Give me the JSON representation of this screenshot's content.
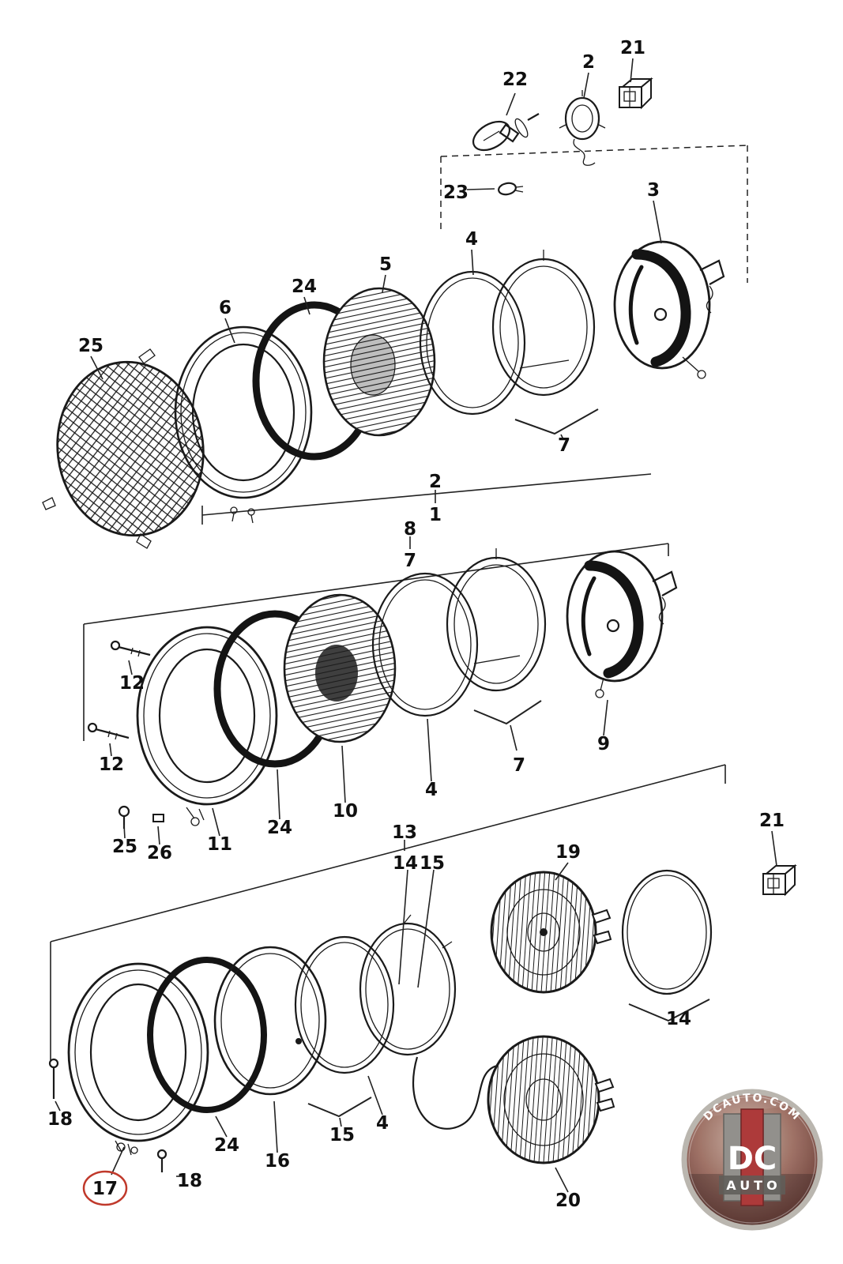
{
  "meta": {
    "kind": "exploded-parts-diagram",
    "subject": "headlight assemblies",
    "ink_color": "#1a1a1a",
    "highlight_color": "#c0392b"
  },
  "callouts": [
    {
      "label": "22"
    },
    {
      "label": "2"
    },
    {
      "label": "21"
    },
    {
      "label": "23"
    },
    {
      "label": "3"
    },
    {
      "label": "4"
    },
    {
      "label": "5"
    },
    {
      "label": "24"
    },
    {
      "label": "6"
    },
    {
      "label": "25"
    },
    {
      "label": "7"
    },
    {
      "label": "2"
    },
    {
      "label": "1"
    },
    {
      "label": "8"
    },
    {
      "label": "7"
    },
    {
      "label": "12"
    },
    {
      "label": "12"
    },
    {
      "label": "9"
    },
    {
      "label": "7"
    },
    {
      "label": "4"
    },
    {
      "label": "10"
    },
    {
      "label": "24"
    },
    {
      "label": "11"
    },
    {
      "label": "25"
    },
    {
      "label": "26"
    },
    {
      "label": "13"
    },
    {
      "label": "14"
    },
    {
      "label": "15"
    },
    {
      "label": "21"
    },
    {
      "label": "19"
    },
    {
      "label": "14"
    },
    {
      "label": "18"
    },
    {
      "label": "17"
    },
    {
      "label": "18"
    },
    {
      "label": "24"
    },
    {
      "label": "16"
    },
    {
      "label": "15"
    },
    {
      "label": "4"
    },
    {
      "label": "20"
    }
  ],
  "highlight": {
    "circled_label": "17",
    "color": "#c0392b"
  },
  "watermark": {
    "site": "DCAUTO.COM",
    "brand_top": "DC",
    "brand_bottom": "AUTO",
    "red": "#ab3434",
    "gray": "#8f8d89"
  }
}
